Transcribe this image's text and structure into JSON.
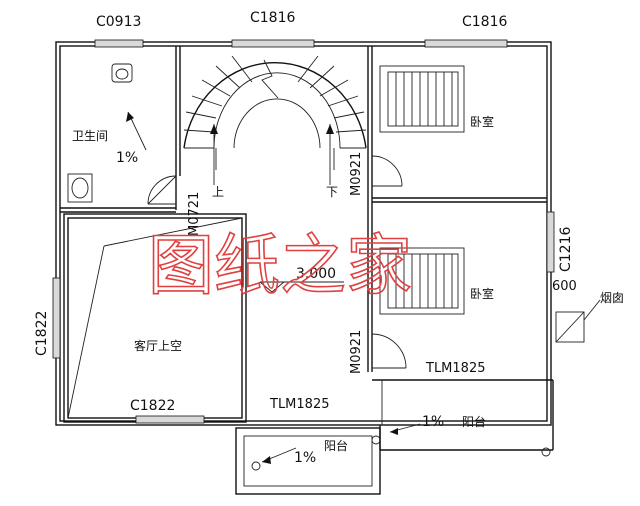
{
  "window_labels": {
    "top_left": "C0913",
    "top_mid": "C1816",
    "top_right": "C1816",
    "left": "C1822",
    "right": "C1216",
    "bottom_left": "C1822"
  },
  "door_labels": {
    "stair_left": "M0721",
    "stair_right": "M0921",
    "bed2_door": "M0921",
    "balcony_right": "TLM1825",
    "balcony_mid": "TLM1825"
  },
  "rooms": {
    "bathroom": "卫生间",
    "bedroom1": "卧室",
    "bedroom2": "卧室",
    "living_void": "客厅上空",
    "balcony_right": "阳台",
    "balcony_front": "阳台",
    "chimney": "烟囱"
  },
  "stair": {
    "up": "上",
    "down": "下"
  },
  "slopes": {
    "bathroom": "1%",
    "balcony_right": "1%",
    "balcony_front": "1%"
  },
  "dimensions": {
    "level": "3.000",
    "chimney_width": "600"
  },
  "watermark": "图纸之家",
  "colors": {
    "line": "#111111",
    "watermark": "#e04040",
    "fill": "#d9d9d9"
  }
}
